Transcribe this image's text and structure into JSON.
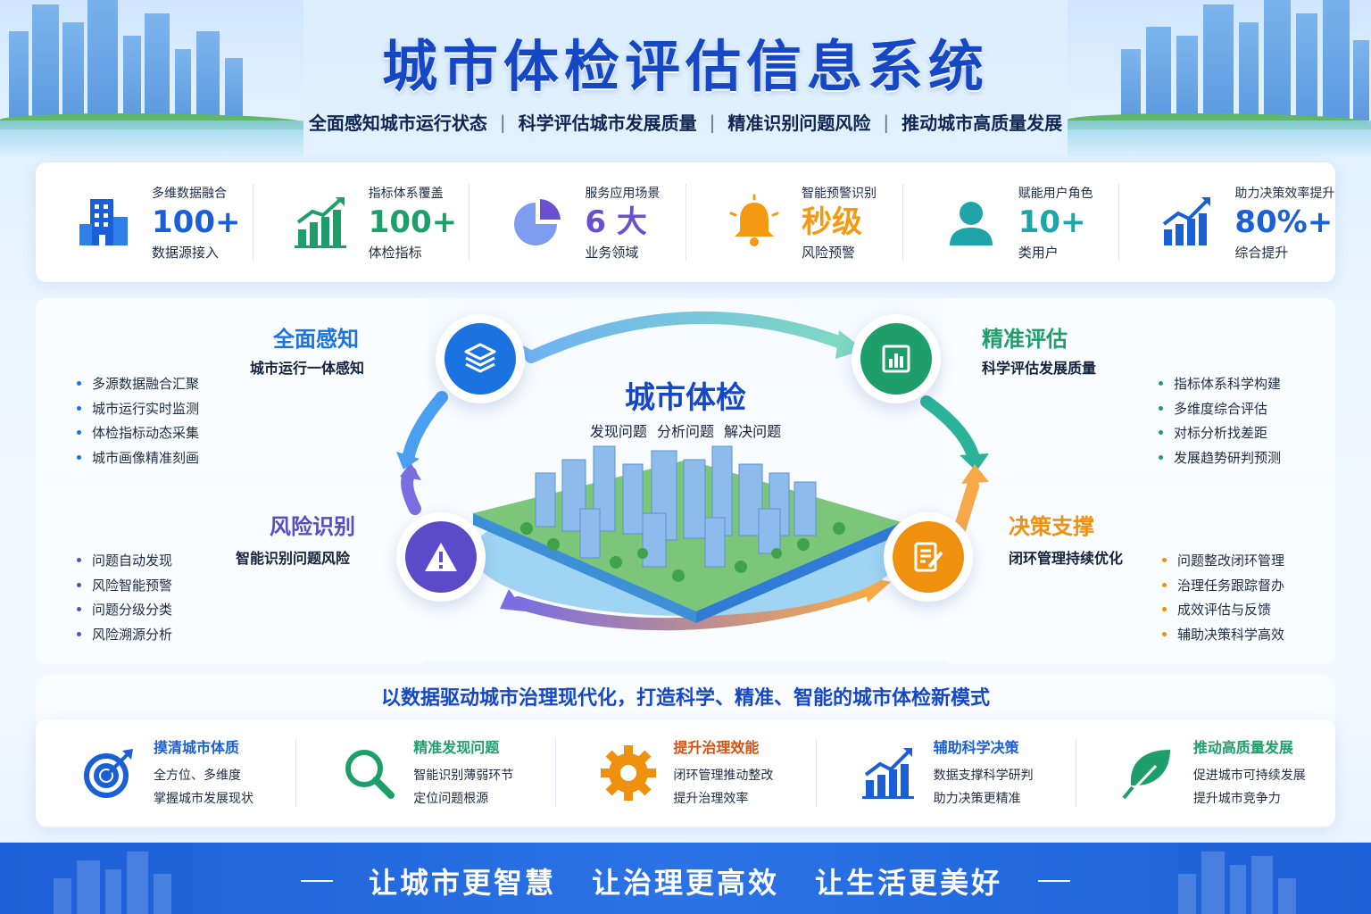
{
  "header": {
    "title": "城市体检评估信息系统",
    "tagline_1": "全面感知城市运行状态",
    "tagline_2": "科学评估城市发展质量",
    "tagline_3": "精准识别问题风险",
    "tagline_4": "推动城市高质量发展",
    "separator": "|"
  },
  "stats": [
    {
      "label": "多维数据融合",
      "value": "100+",
      "sub": "数据源接入",
      "icon": "building-icon",
      "color": "#1a5fd6"
    },
    {
      "label": "指标体系覆盖",
      "value": "100+",
      "sub": "体检指标",
      "icon": "bar-chart-up-icon",
      "color": "#1e9e6a"
    },
    {
      "label": "服务应用场景",
      "value": "6 大",
      "sub": "业务领域",
      "icon": "pie-chart-icon",
      "color": "#6a4fd0"
    },
    {
      "label": "智能预警识别",
      "value": "秒级",
      "sub": "风险预警",
      "icon": "bell-icon",
      "color": "#f39a12"
    },
    {
      "label": "赋能用户角色",
      "value": "10+",
      "sub": "类用户",
      "icon": "user-icon",
      "color": "#1fa5a8"
    },
    {
      "label": "助力决策效率提升",
      "value": "80%+",
      "sub": "综合提升",
      "icon": "trend-chart-icon",
      "color": "#1a5fd6"
    }
  ],
  "cycle": {
    "center_title": "城市体检",
    "center_sub": "发现问题  分析问题  解决问题",
    "modules": [
      {
        "title": "全面感知",
        "sub": "城市运行一体感知",
        "icon": "layers-icon",
        "color": "#1a73e0",
        "items": [
          "多源数据融合汇聚",
          "城市运行实时监测",
          "体检指标动态采集",
          "城市画像精准刻画"
        ]
      },
      {
        "title": "精准评估",
        "sub": "科学评估发展质量",
        "icon": "report-chart-icon",
        "color": "#1e9e6a",
        "items": [
          "指标体系科学构建",
          "多维度综合评估",
          "对标分析找差距",
          "发展趋势研判预测"
        ]
      },
      {
        "title": "风险识别",
        "sub": "智能识别问题风险",
        "icon": "warning-icon",
        "color": "#5b4bc9",
        "items": [
          "问题自动发现",
          "风险智能预警",
          "问题分级分类",
          "风险溯源分析"
        ]
      },
      {
        "title": "决策支撑",
        "sub": "闭环管理持续优化",
        "icon": "edit-document-icon",
        "color": "#f0900f",
        "items": [
          "问题整改闭环管理",
          "治理任务跟踪督办",
          "成效评估与反馈",
          "辅助决策科学高效"
        ]
      }
    ]
  },
  "slogan": "以数据驱动城市治理现代化，打造科学、精准、智能的城市体检新模式",
  "benefits": [
    {
      "title": "摸清城市体质",
      "line1": "全方位、多维度",
      "line2": "掌握城市发展现状",
      "icon": "target-icon",
      "color": "#1a5fd6"
    },
    {
      "title": "精准发现问题",
      "line1": "智能识别薄弱环节",
      "line2": "定位问题根源",
      "icon": "magnifier-icon",
      "color": "#1e9e6a"
    },
    {
      "title": "提升治理效能",
      "line1": "闭环管理推动整改",
      "line2": "提升治理效率",
      "icon": "gear-icon",
      "color": "#f0900f"
    },
    {
      "title": "辅助科学决策",
      "line1": "数据支撑科学研判",
      "line2": "助力决策更精准",
      "icon": "growth-chart-icon",
      "color": "#1a5fd6"
    },
    {
      "title": "推动高质量发展",
      "line1": "促进城市可持续发展",
      "line2": "提升城市竞争力",
      "icon": "leaf-icon",
      "color": "#1e9e6a"
    }
  ],
  "footer": {
    "phrase_1": "让城市更智慧",
    "phrase_2": "让治理更高效",
    "phrase_3": "让生活更美好"
  }
}
